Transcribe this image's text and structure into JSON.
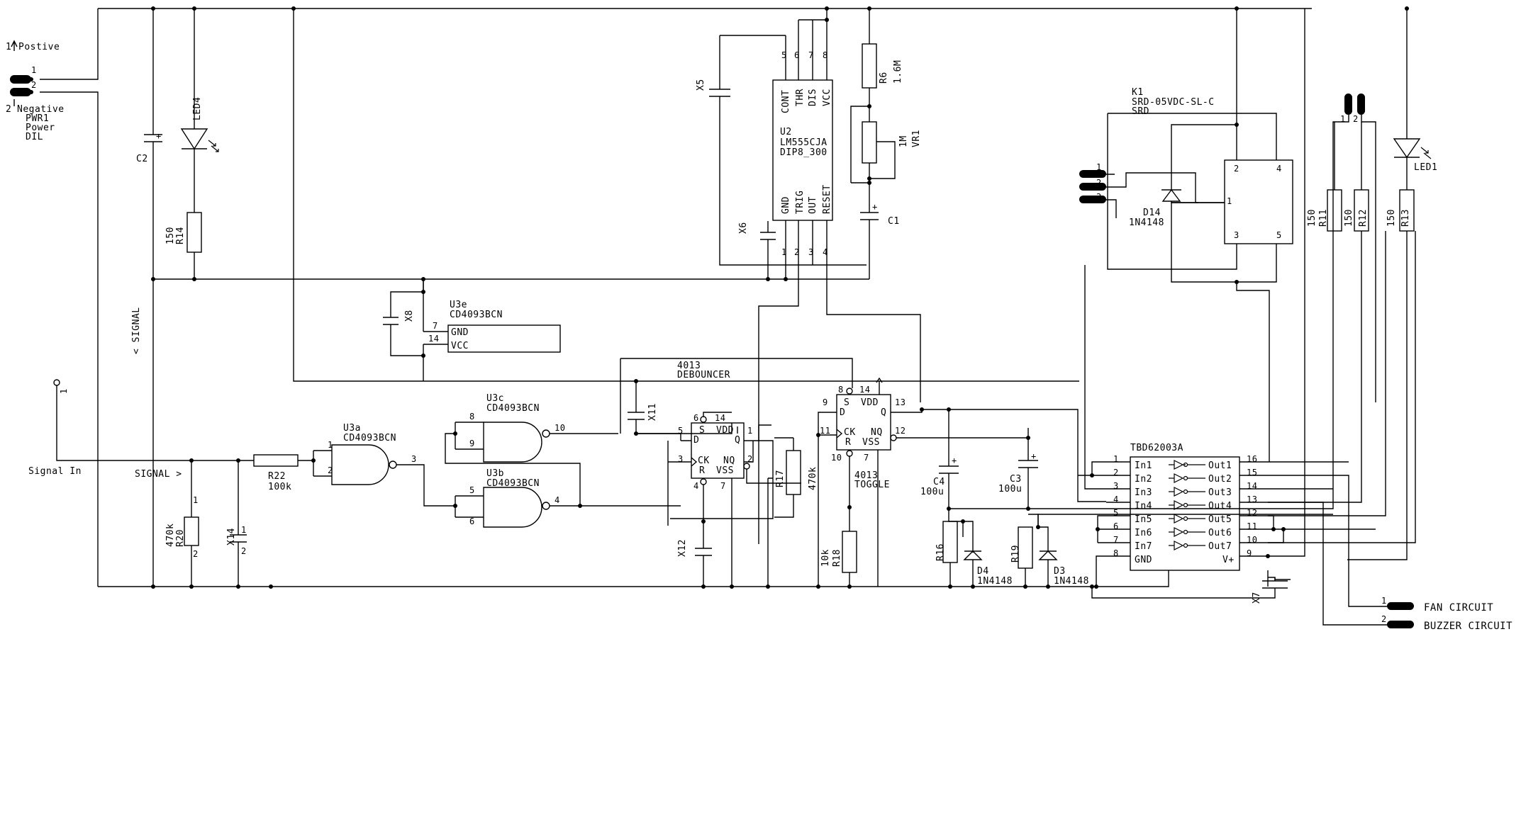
{
  "connectors": {
    "pwr1": {
      "ref": "PWR1",
      "p1_num": "1",
      "p1_name": "Postive",
      "p2_num": "2",
      "p2_name": "Negative",
      "line1": "Power",
      "line2": "DIL",
      "pin1": "1",
      "pin2": "2"
    },
    "signal_in": {
      "num": "1",
      "label": "Signal In"
    },
    "relay_connector": {
      "p1": "1",
      "p2": "2",
      "p3": "3"
    },
    "out_connector": {
      "p1": "1",
      "p2": "2"
    },
    "fan_label": "FAN CIRCUIT",
    "buzzer_label": "BUZZER CIRCUIT",
    "top_connector": {
      "p1": "1",
      "p2": "2"
    }
  },
  "net_labels": {
    "signal_vertical": "< SIGNAL",
    "signal_horizontal": "SIGNAL >"
  },
  "u2": {
    "ref": "U2",
    "part": "LM555CJA",
    "package": "DIP8_300",
    "top_pins": [
      "CONT",
      "THR",
      "DIS",
      "VCC"
    ],
    "top_nums": [
      "5",
      "6",
      "7",
      "8"
    ],
    "bottom_pins": [
      "GND",
      "TRIG",
      "OUT",
      "RESET"
    ],
    "bottom_nums": [
      "1",
      "2",
      "3",
      "4"
    ]
  },
  "u3e": {
    "ref": "U3e",
    "part": "CD4093BCN",
    "pin_gnd": "GND",
    "pin_vcc": "VCC",
    "num_gnd": "7",
    "num_vcc": "14"
  },
  "u3a": {
    "ref": "U3a",
    "part": "CD4093BCN",
    "in1": "1",
    "in2": "2",
    "out": "3"
  },
  "u3c": {
    "ref": "U3c",
    "part": "CD4093BCN",
    "in1": "8",
    "in2": "9",
    "out": "10"
  },
  "u3b": {
    "ref": "U3b",
    "part": "CD4093BCN",
    "in1": "5",
    "in2": "6",
    "out": "4"
  },
  "debouncer": {
    "title1": "4013",
    "title2": "DEBOUNCER",
    "S": "S",
    "VDD": "VDD",
    "D": "D",
    "Q": "Q",
    "CK": "CK",
    "NQ": "NQ",
    "R": "R",
    "VSS": "VSS",
    "n6": "6",
    "n14": "14",
    "n5": "5",
    "n1": "1",
    "n3": "3",
    "n2": "2",
    "n4": "4",
    "n7": "7"
  },
  "toggle": {
    "title1": "4013",
    "title2": "TOGGLE",
    "S": "S",
    "VDD": "VDD",
    "D": "D",
    "Q": "Q",
    "CK": "CK",
    "NQ": "NQ",
    "R": "R",
    "VSS": "VSS",
    "n8": "8",
    "n14": "14",
    "n9": "9",
    "n13": "13",
    "n11": "11",
    "n12": "12",
    "n10": "10",
    "n7": "7"
  },
  "tbd": {
    "ref": "TBD62003A",
    "inputs": [
      "In1",
      "In2",
      "In3",
      "In4",
      "In5",
      "In6",
      "In7",
      "GND"
    ],
    "in_nums": [
      "1",
      "2",
      "3",
      "4",
      "5",
      "6",
      "7",
      "8"
    ],
    "outputs": [
      "Out1",
      "Out2",
      "Out3",
      "Out4",
      "Out5",
      "Out6",
      "Out7",
      "V+"
    ],
    "out_nums": [
      "16",
      "15",
      "14",
      "13",
      "12",
      "11",
      "10",
      "9"
    ]
  },
  "relay": {
    "ref": "K1",
    "part": "SRD-05VDC-SL-C",
    "pkg": "SRD",
    "n2": "2",
    "n4": "4",
    "n1": "1",
    "n3": "3",
    "n5": "5"
  },
  "components": {
    "c2": "C2",
    "led4": "LED4",
    "r14": "R14",
    "r14v": "150",
    "x5": "X5",
    "x6": "X6",
    "r6": "R6",
    "r6v": "1.6M",
    "vr1": "VR1",
    "vr1v": "1M",
    "c1": "C1",
    "x8": "X8",
    "r22": "R22",
    "r22v": "100k",
    "r20": "R20",
    "r20v": "470k",
    "r20n1": "1",
    "r20n2": "2",
    "x14": "X14",
    "x14n1": "1",
    "x14n2": "2",
    "x11": "X11",
    "x12": "X12",
    "r17": "R17",
    "r17v": "470k",
    "r18": "R18",
    "r18v": "10k",
    "c4": "C4",
    "c4v": "100u",
    "c3": "C3",
    "c3v": "100u",
    "r16": "R16",
    "r19": "R19",
    "d4": "D4",
    "d4v": "1N4148",
    "d3": "D3",
    "d3v": "1N4148",
    "d14": "D14",
    "d14v": "1N4148",
    "x7": "X7",
    "r11": "R11",
    "r11v": "150",
    "r12": "R12",
    "r12v": "150",
    "r13": "R13",
    "r13v": "150",
    "led1": "LED1",
    "plus": "+"
  }
}
